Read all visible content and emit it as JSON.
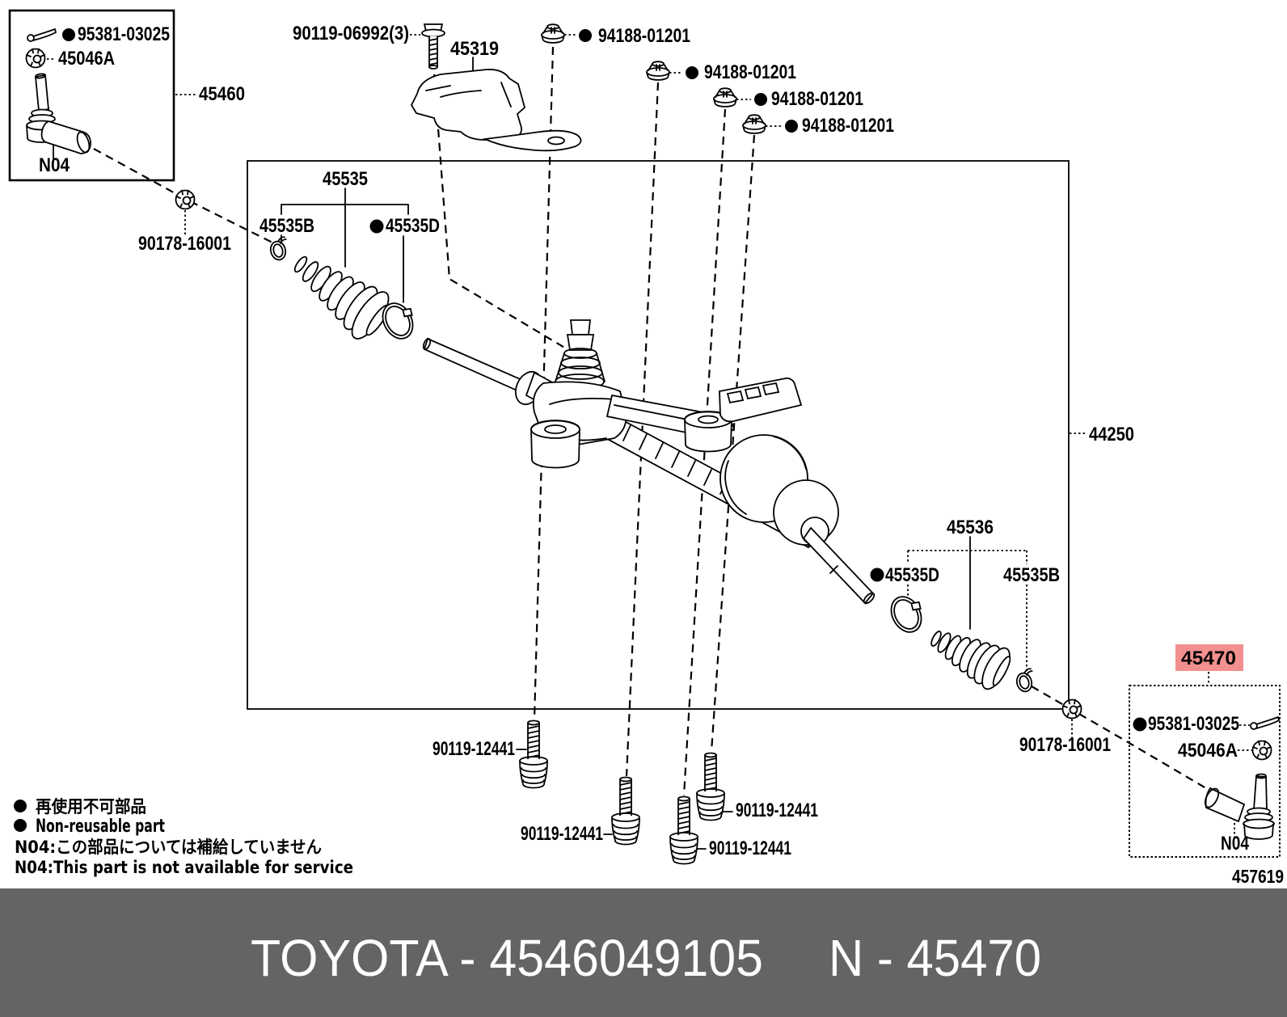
{
  "colors": {
    "line": "#000000",
    "footer_bg": "#646464",
    "footer_text": "#ffffff",
    "highlight_bg": "#F2908F",
    "highlight_text": "#7E1416"
  },
  "diagram": {
    "left_assembly_box": {
      "cotter_pin": "95381-03025",
      "nut": "45046A",
      "service_note": "N04",
      "assembly_no": "45460"
    },
    "right_assembly_box": {
      "cotter_pin": "95381-03025",
      "nut": "45046A",
      "service_note": "N04",
      "assembly_no": "45470"
    },
    "bracket": {
      "bolt": "90119-06992(3)",
      "part": "45319"
    },
    "gear": "44250",
    "left_boot": {
      "boot": "45535",
      "clamp": "45535B",
      "clip": "45535D"
    },
    "right_boot": {
      "boot": "45536",
      "clamp": "45535B",
      "clip": "45535D"
    },
    "rack_nut_left": "90178-16001",
    "rack_nut_right": "90178-16001",
    "mount_nuts": [
      "94188-01201",
      "94188-01201",
      "94188-01201",
      "94188-01201"
    ],
    "mount_bolts": [
      "90119-12441",
      "90119-12441",
      "90119-12441",
      "90119-12441"
    ]
  },
  "legend": {
    "nonreusable_jp": "再使用不可部品",
    "nonreusable_en": "Non-reusable part",
    "note_jp": "N04:この部品については補給していません",
    "note_en": "N04:This part is not available for service"
  },
  "page_ref": "457619",
  "footer": {
    "catalog_code": "TOYOTA - 4546049105",
    "part_code": "N - 45470"
  }
}
